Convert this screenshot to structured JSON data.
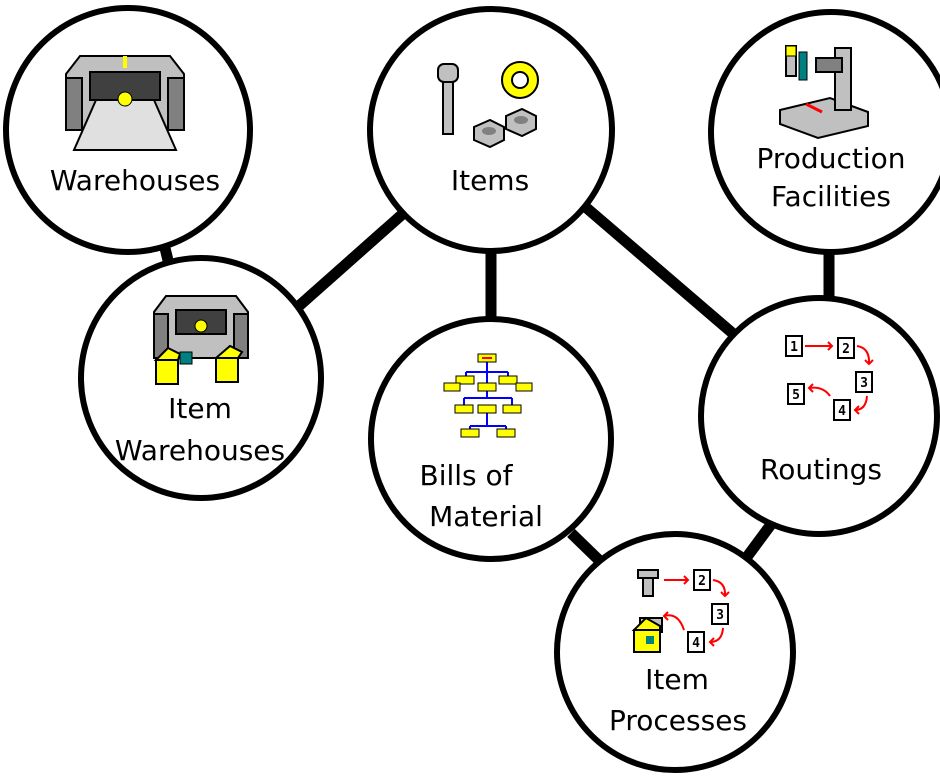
{
  "nodes": {
    "warehouses": {
      "label_lines": [
        "Warehouses"
      ],
      "icon": "warehouse-icon"
    },
    "items": {
      "label_lines": [
        "Items"
      ],
      "icon": "bolt-nut-gear-icon"
    },
    "production_facilities": {
      "label_lines": [
        "Production",
        "Facilities"
      ],
      "icon": "machine-tool-icon"
    },
    "item_warehouses": {
      "label_lines": [
        "Item",
        "Warehouses"
      ],
      "icon": "warehouse-boxes-icon"
    },
    "bills_of_material": {
      "label_lines": [
        "Bills of",
        "Material"
      ],
      "icon": "bom-tree-icon"
    },
    "routings": {
      "label_lines": [
        "Routings"
      ],
      "icon": "numbered-steps-icon"
    },
    "item_processes": {
      "label_lines": [
        "Item",
        "Processes"
      ],
      "icon": "bolt-steps-icon"
    }
  },
  "step_numbers": [
    "1",
    "2",
    "3",
    "4",
    "5"
  ],
  "colors": {
    "line": "#000000",
    "fill": "#ffffff",
    "icon_yellow": "#ffff00",
    "icon_gray": "#c0c0c0",
    "icon_dark": "#808080",
    "arrow_red": "#ff0000",
    "tree_blue": "#0000ff",
    "icon_green": "#008080"
  },
  "edges": [
    [
      "warehouses",
      "item_warehouses"
    ],
    [
      "items",
      "item_warehouses"
    ],
    [
      "items",
      "bills_of_material"
    ],
    [
      "items",
      "routings"
    ],
    [
      "production_facilities",
      "routings"
    ],
    [
      "bills_of_material",
      "item_processes"
    ],
    [
      "routings",
      "item_processes"
    ]
  ]
}
